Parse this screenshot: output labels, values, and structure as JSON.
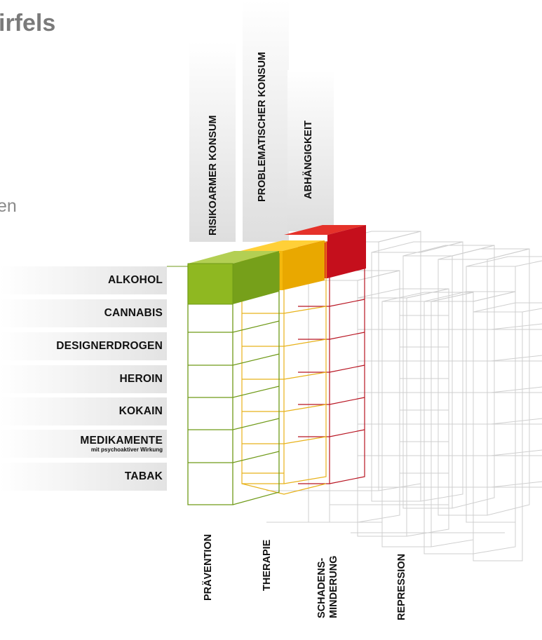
{
  "header": {
    "title_fragment": "irfels",
    "subtitle_fragment": "en"
  },
  "columns": {
    "risk": "RISIKOARMER KONSUM",
    "problematic": "PROBLEMATISCHER KONSUM",
    "dependency": "ABHÄNGIGKEIT"
  },
  "substances": [
    {
      "name": "ALKOHOL"
    },
    {
      "name": "CANNABIS"
    },
    {
      "name": "DESIGNERDROGEN"
    },
    {
      "name": "HEROIN"
    },
    {
      "name": "KOKAIN"
    },
    {
      "name": "MEDIKAMENTE",
      "note": "mit psychoaktiver Wirkung"
    },
    {
      "name": "TABAK"
    }
  ],
  "pillars": {
    "prevention": "PRÄVENTION",
    "therapy": "THERAPIE",
    "harm_reduction_1": "SCHADENS-",
    "harm_reduction_2": "MINDERUNG",
    "repression": "REPRESSION"
  },
  "colors": {
    "green": "#8fb821",
    "green_line": "#6f9a18",
    "yellow": "#f2b705",
    "yellow_line": "#e8b21a",
    "red": "#d9121c",
    "red_line": "#b81522",
    "grey_line": "#c9c9c9"
  }
}
